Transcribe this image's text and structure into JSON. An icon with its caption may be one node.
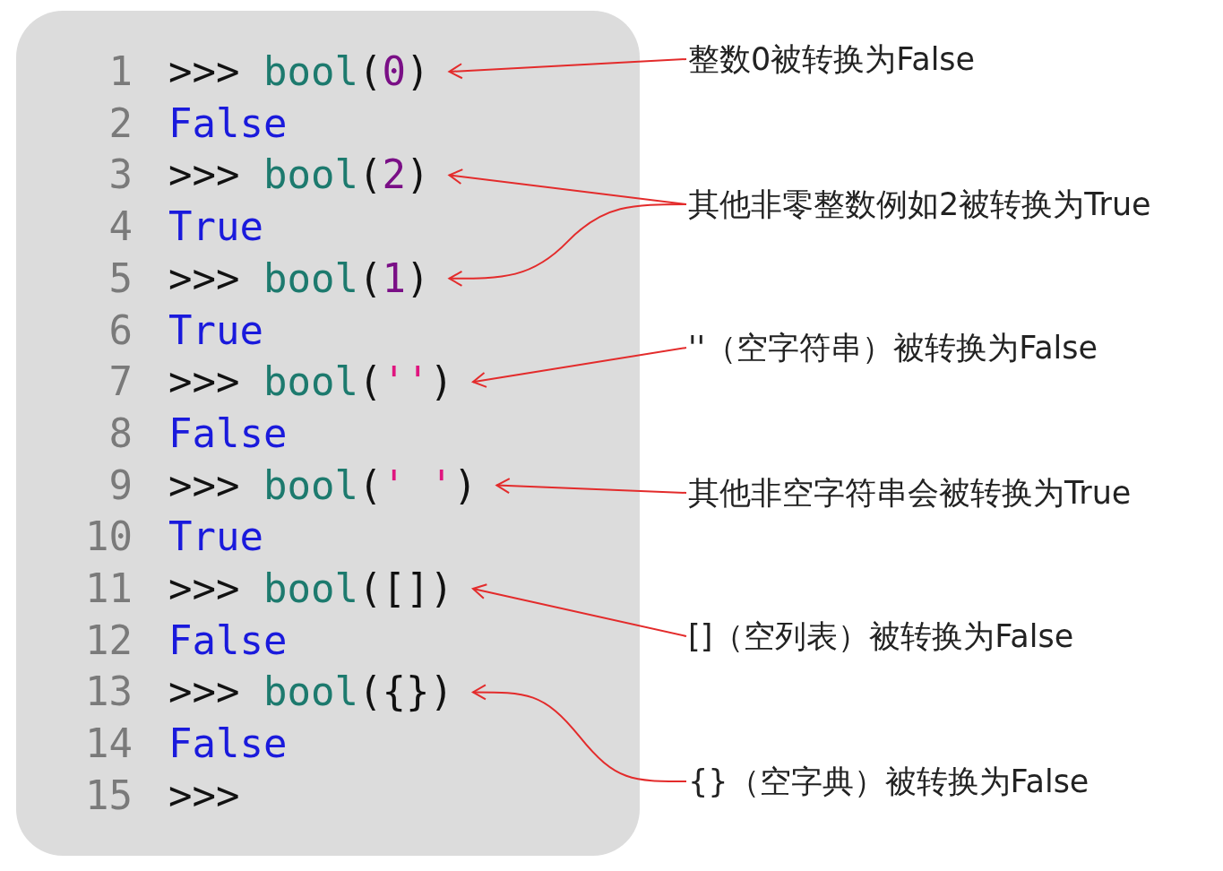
{
  "diagram": {
    "nodes": [
      {
        "text": [],
        "shape": "box"
      },
      {
        "text": [
          "1",
          ">>> bool(0)"
        ],
        "in": 0
      },
      {
        "text": [
          "2",
          "False"
        ],
        "in": 0
      },
      {
        "text": [
          "3",
          ">>> bool(2)"
        ],
        "in": 0
      },
      {
        "text": [
          "4",
          "True"
        ],
        "in": 0
      },
      {
        "text": [
          "5",
          ">>> bool(1)"
        ],
        "in": 0
      },
      {
        "text": [
          "6",
          "True"
        ],
        "in": 0
      },
      {
        "text": [
          "7",
          ">>> bool('')"
        ],
        "in": 0
      },
      {
        "text": [
          "8",
          "False"
        ],
        "in": 0
      },
      {
        "text": [
          "9",
          ">>> bool(' ')"
        ],
        "in": 0
      },
      {
        "text": [
          "10",
          "True"
        ],
        "in": 0
      },
      {
        "text": [
          "11",
          ">>> bool([])"
        ],
        "in": 0
      },
      {
        "text": [
          "12",
          "False"
        ],
        "in": 0
      },
      {
        "text": [
          "13",
          ">>> bool({})"
        ],
        "in": 0
      },
      {
        "text": [
          "14",
          "False"
        ],
        "in": 0
      },
      {
        "text": [
          "15",
          ">>>"
        ],
        "in": 0
      },
      {
        "text": [
          "整数0被转换为False"
        ]
      },
      {
        "text": [
          "其他非零整数例如2被转换为True"
        ]
      },
      {
        "text": [
          "''（空字符串）被转换为False"
        ]
      },
      {
        "text": [
          "其他非空字符串会被转换为True"
        ]
      },
      {
        "text": [
          "[]（空列表）被转换为False"
        ]
      },
      {
        "text": [
          "{}（空字典）被转换为False"
        ]
      }
    ],
    "edges": [
      {
        "from": 16,
        "to": 1,
        "arrow": "to"
      },
      {
        "from": 17,
        "to": 3,
        "arrow": "to"
      },
      {
        "from": 17,
        "to": 5,
        "arrow": "to"
      },
      {
        "from": 18,
        "to": 7,
        "arrow": "to"
      },
      {
        "from": 19,
        "to": 9,
        "arrow": "to"
      },
      {
        "from": 20,
        "to": 11,
        "arrow": "to"
      },
      {
        "from": 21,
        "to": 13,
        "arrow": "to"
      }
    ]
  }
}
